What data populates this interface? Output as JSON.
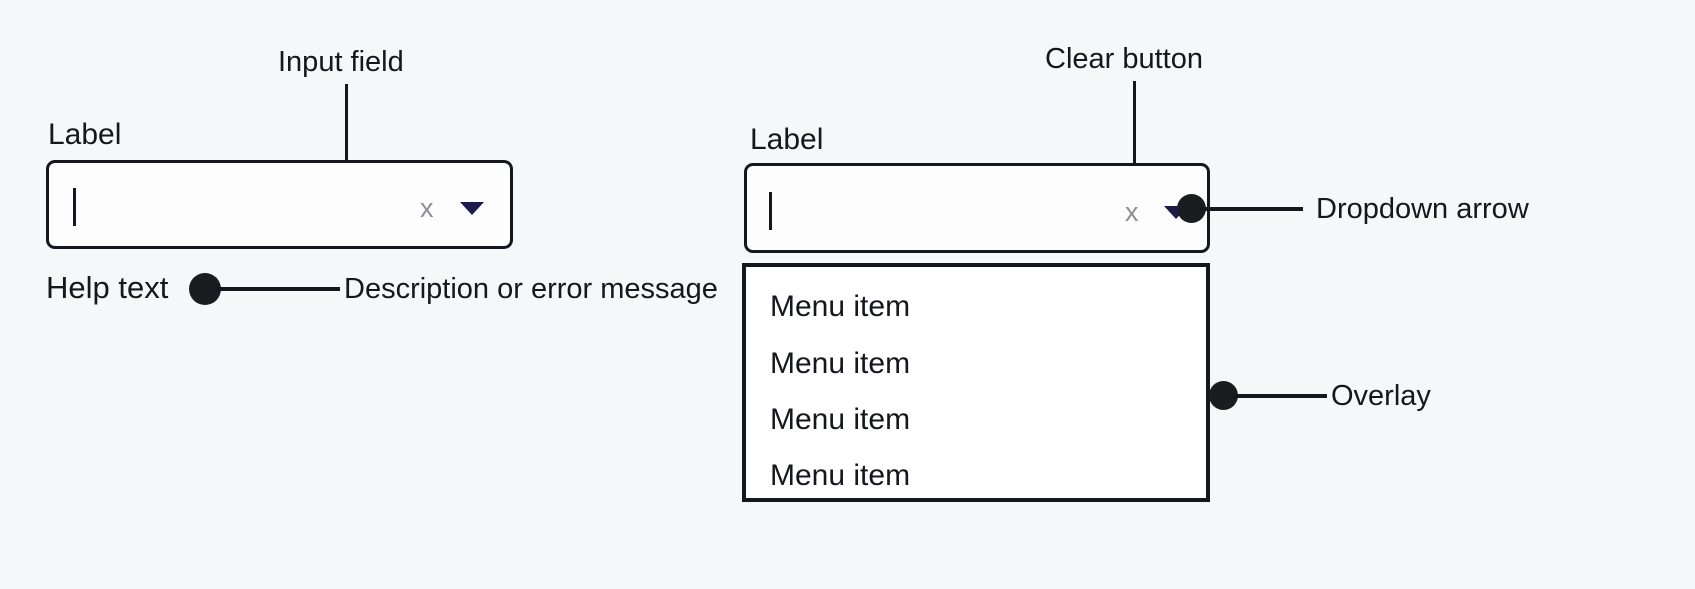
{
  "page": {
    "background_color": "#f5f7f9",
    "text_color": "#15171c",
    "border_color": "#15171c",
    "accent_arrow_color": "#1d1b4b",
    "muted_icon_color": "#8b8e95"
  },
  "left_group": {
    "label": "Label",
    "input_value": "",
    "caret_visible": true,
    "clear_icon": "x",
    "dropdown_icon": "chevron-down-icon",
    "help_text": "Help text"
  },
  "right_group": {
    "label": "Label",
    "input_value": "",
    "caret_visible": true,
    "clear_icon": "x",
    "dropdown_icon": "chevron-down-icon",
    "menu_items": [
      {
        "label": "Menu item"
      },
      {
        "label": "Menu item"
      },
      {
        "label": "Menu item"
      },
      {
        "label": "Menu item"
      }
    ]
  },
  "annotations": [
    {
      "id": "input-field",
      "text": "Input field"
    },
    {
      "id": "help-desc",
      "text": "Description or error message"
    },
    {
      "id": "clear-button",
      "text": "Clear button"
    },
    {
      "id": "dropdown",
      "text": "Dropdown arrow"
    },
    {
      "id": "overlay",
      "text": "Overlay"
    }
  ]
}
